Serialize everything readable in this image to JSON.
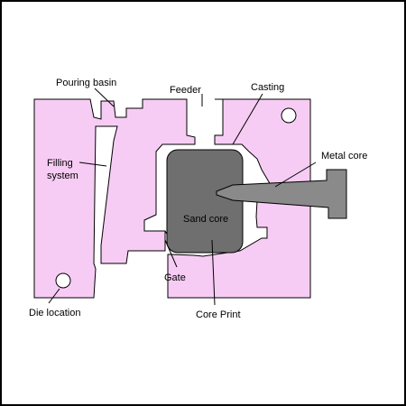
{
  "diagram": {
    "colors": {
      "die": "#f7ccf4",
      "cavity": "#ffffff",
      "sand_core": "#6f6f6f",
      "metal_core": "#8a8a8a",
      "outline": "#000000",
      "frame": "#000000"
    },
    "labels": {
      "pouring_basin": "Pouring basin",
      "feeder": "Feeder",
      "casting": "Casting",
      "filling_system_line1": "Filling",
      "filling_system_line2": "system",
      "metal_core": "Metal core",
      "sand_core": "Sand core",
      "gate": "Gate",
      "die_location": "Die location",
      "core_print": "Core Print"
    }
  }
}
